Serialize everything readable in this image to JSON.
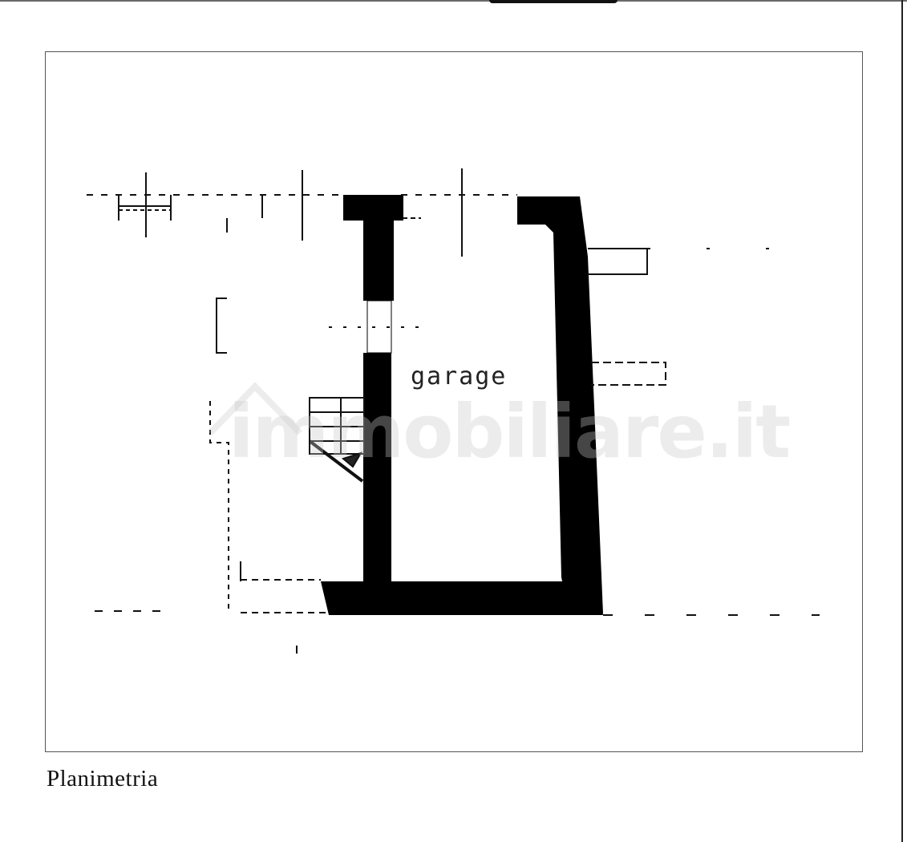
{
  "document": {
    "caption": "Planimetria",
    "floorplan": {
      "rooms": [
        {
          "label": "garage"
        }
      ]
    },
    "watermark": {
      "text": "immobiliare.it",
      "icon": "house-icon"
    }
  }
}
